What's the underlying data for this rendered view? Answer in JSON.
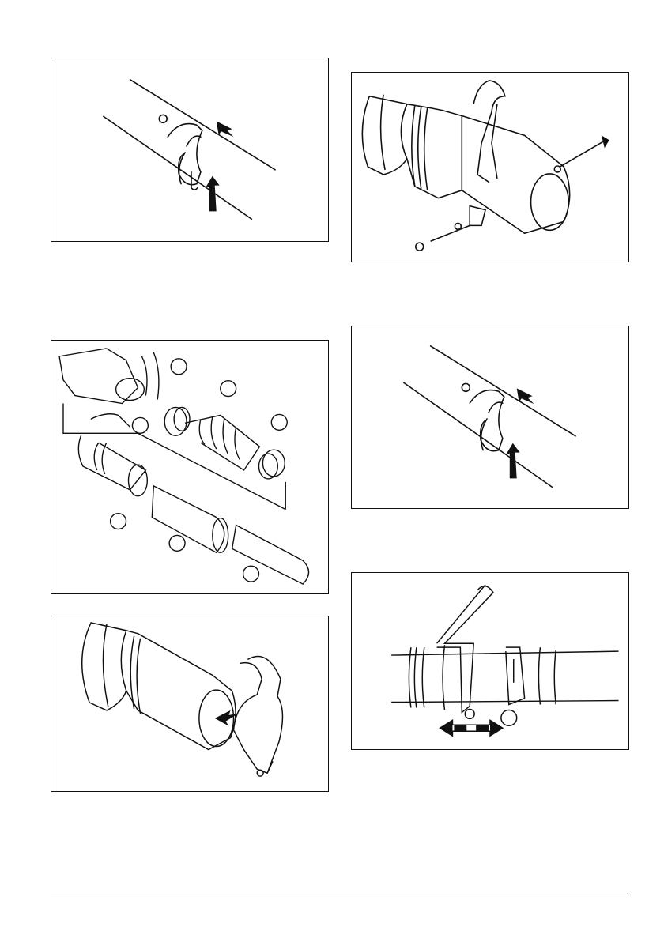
{
  "page": {
    "footer_stub_text": "",
    "figures": [
      {
        "id": "fig-1",
        "desc_icon": "tube-with-handle-ring-icon"
      },
      {
        "id": "fig-2",
        "desc_icon": "nozzle-mount-with-bolt-icon"
      },
      {
        "id": "fig-3",
        "desc_icon": "exploded-tube-assembly-icon"
      },
      {
        "id": "fig-4",
        "desc_icon": "tube-with-handle-ring-icon"
      },
      {
        "id": "fig-5",
        "desc_icon": "handle-slide-into-tube-icon"
      },
      {
        "id": "fig-6",
        "desc_icon": "handle-adjust-icon"
      }
    ]
  }
}
